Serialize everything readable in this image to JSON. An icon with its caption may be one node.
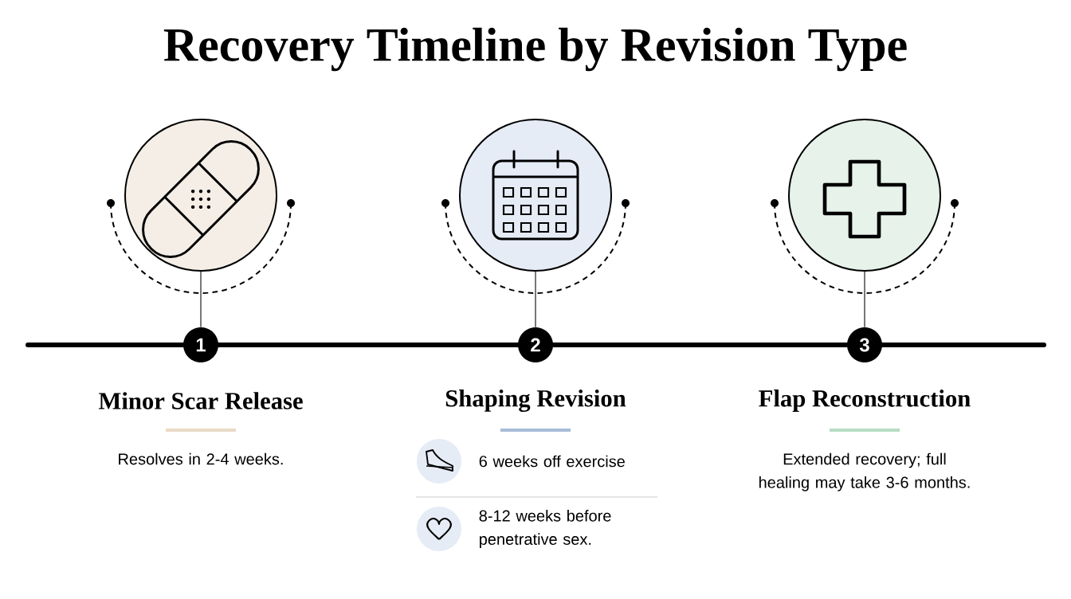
{
  "diagram": {
    "title": "Recovery Timeline by Revision Type",
    "nodes": [
      {
        "text": [],
        "shape": "circle"
      },
      {
        "text": [],
        "shape": "circle"
      },
      {
        "text": [],
        "shape": "circle"
      },
      {
        "text": [
          "1"
        ],
        "beside": [
          "Minor Scar Release",
          "Resolves in 2-4 weeks."
        ]
      },
      {
        "text": [
          "2"
        ],
        "beside": [
          "Shaping Revision",
          "6 weeks off exercise",
          "8-12 weeks before penetrative sex."
        ]
      },
      {
        "text": [
          "3"
        ],
        "beside": [
          "Flap Reconstruction",
          "Extended recovery; full healing may take 3-6 months."
        ]
      }
    ],
    "edges": [
      {
        "from": 0,
        "to": 3,
        "arrow": "none"
      },
      {
        "from": 1,
        "to": 4,
        "arrow": "none"
      },
      {
        "from": 2,
        "to": 5,
        "arrow": "none"
      }
    ]
  }
}
